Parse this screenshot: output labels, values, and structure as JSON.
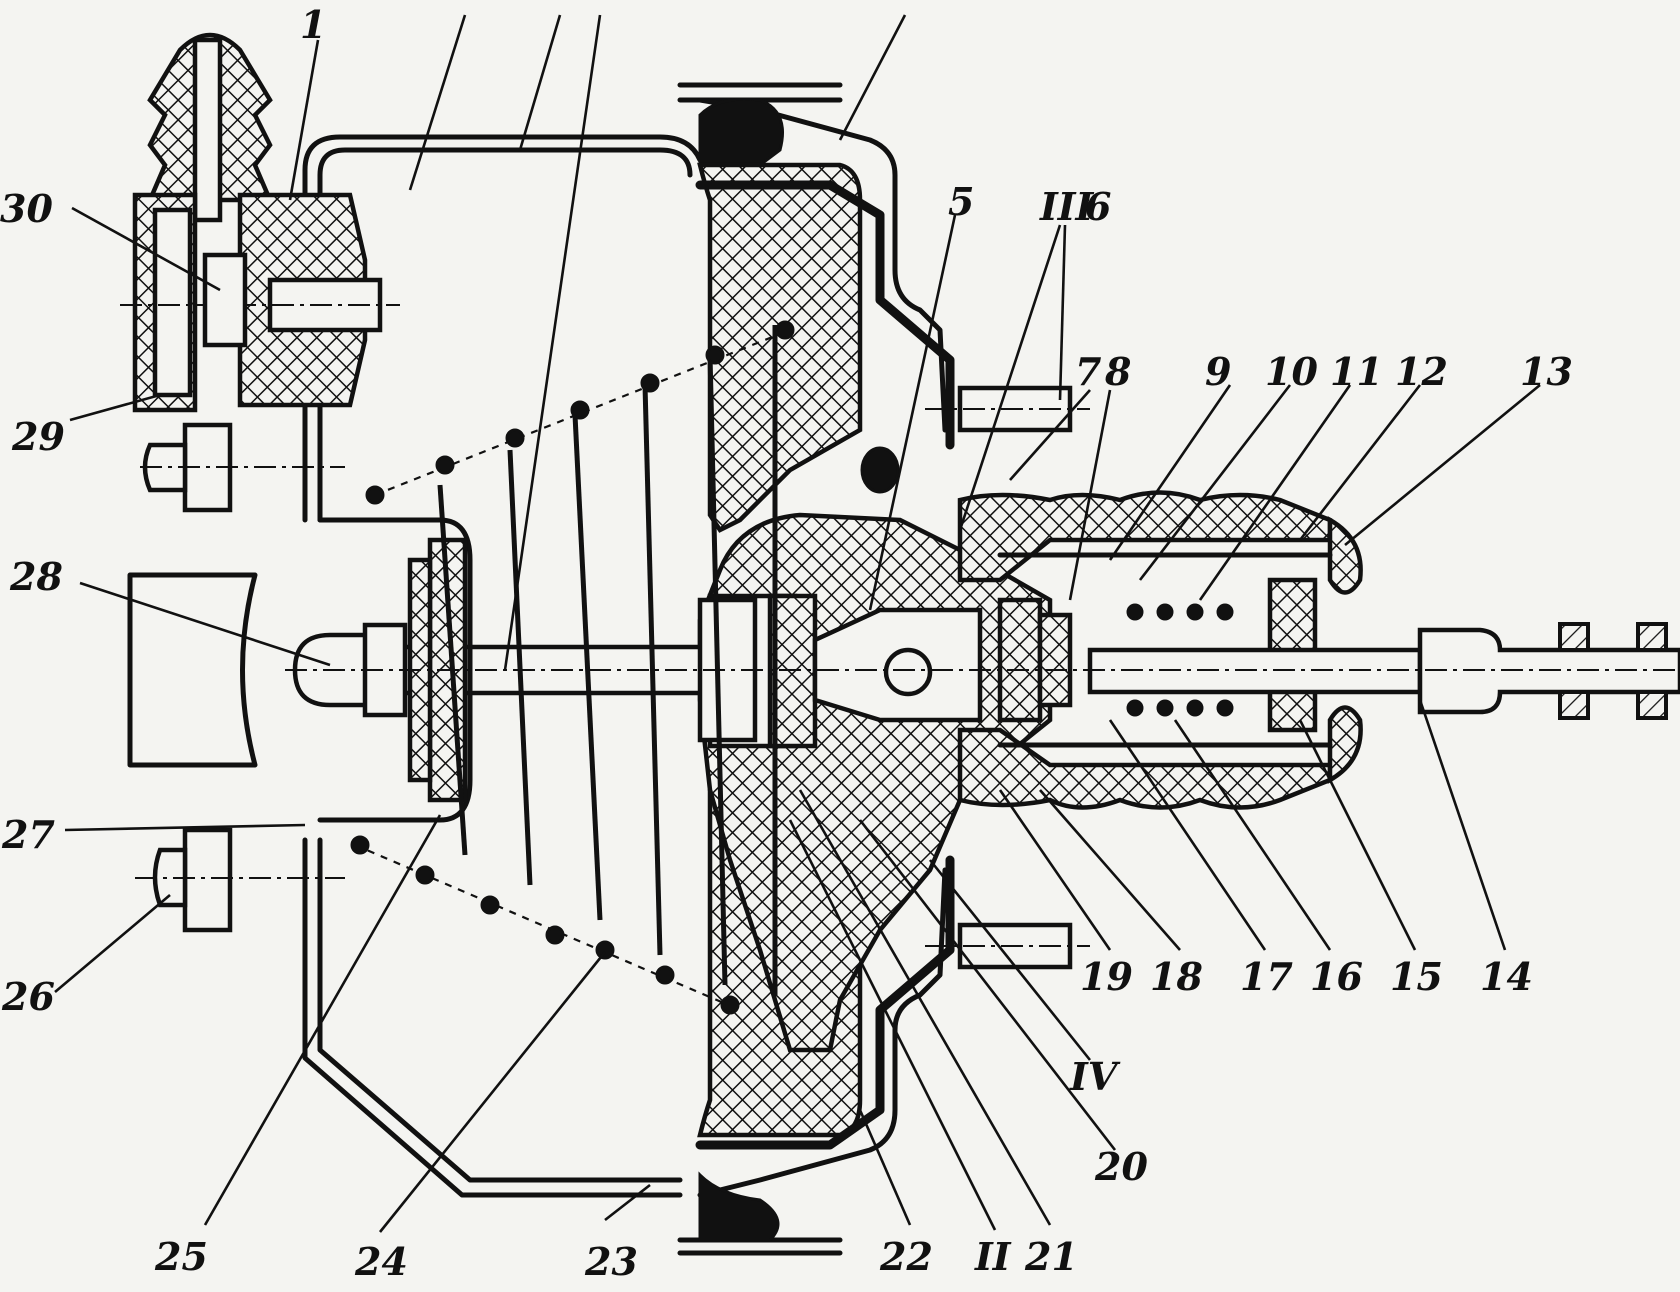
{
  "labels": {
    "l1": "1",
    "l5": "5",
    "l6": "6",
    "lIII": "III",
    "l7": "7",
    "l8": "8",
    "l9": "9",
    "l10": "10",
    "l11": "11",
    "l12": "12",
    "l13": "13",
    "l14": "14",
    "l15": "15",
    "l16": "16",
    "l17": "17",
    "l18": "18",
    "l19": "19",
    "l20": "20",
    "l21": "21",
    "l22": "22",
    "l23": "23",
    "l24": "24",
    "l25": "25",
    "l26": "26",
    "l27": "27",
    "l28": "28",
    "l29": "29",
    "l30": "30",
    "lII": "II",
    "lIV": "IV"
  }
}
